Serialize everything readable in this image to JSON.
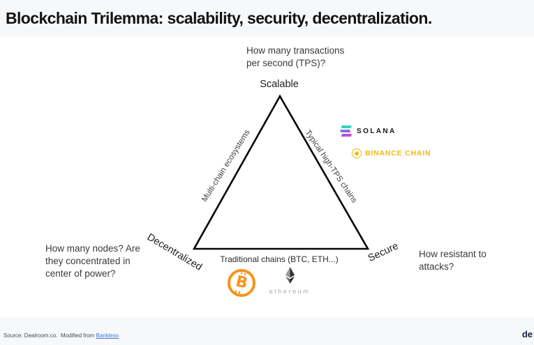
{
  "header": {
    "title": "Blockchain Trilemma: scalability, security, decentralization."
  },
  "diagram": {
    "top_question": "How many transactions\nper second (TPS)?",
    "left_question": "How many nodes? Are\nthey concentrated in\ncenter of power?",
    "right_question": "How resistant to\nattacks?",
    "vertex_top": "Scalable",
    "vertex_bottom_left": "Decentralized",
    "vertex_bottom_right": "Secure",
    "edge_left": "Multi-chain ecosystems",
    "edge_right": "Typical high-TPS chains",
    "edge_bottom": "Traditional chains (BTC, ETH...)"
  },
  "logos": {
    "solana_label": "SOLANA",
    "binance_label": "BINANCE CHAIN",
    "bitcoin_symbol": "B",
    "ethereum_label": "ethereum"
  },
  "footer": {
    "source_prefix": "Source: Dealroom.co.  Modified from ",
    "source_link": "Bankless",
    "brand": "de"
  },
  "colors": {
    "binance_yellow": "#F0B90B",
    "bitcoin_orange": "#F7931A",
    "solana_teal": "#27d0a8",
    "solana_purple": "#9b57e6",
    "link_blue": "#4a72d8",
    "brand_navy": "#16233e",
    "band_bg": "#f6f8fa"
  }
}
